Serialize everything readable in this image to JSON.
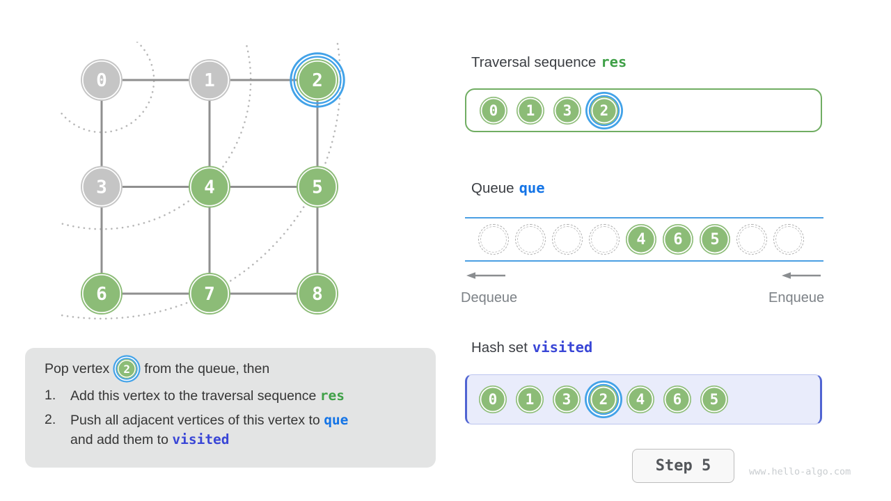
{
  "colors": {
    "node_green": "#8cbc77",
    "node_gray": "#c5c5c5",
    "highlight_blue": "#42a2e8",
    "edge": "#8f8f8f",
    "arc_dots": "#b7b7b7",
    "res_green": "#3fa047",
    "que_blue": "#1474e6",
    "visited_blue": "#3946d6",
    "queue_line_blue": "#4a9fe3",
    "hash_box_border": "#5064d2",
    "hash_box_bg": "#e9ecfb",
    "explain_bg": "#e3e4e4"
  },
  "graph": {
    "nodes": [
      {
        "id": "0",
        "row": 0,
        "col": 0,
        "state": "gray"
      },
      {
        "id": "1",
        "row": 0,
        "col": 1,
        "state": "gray"
      },
      {
        "id": "2",
        "row": 0,
        "col": 2,
        "state": "current"
      },
      {
        "id": "3",
        "row": 1,
        "col": 0,
        "state": "gray"
      },
      {
        "id": "4",
        "row": 1,
        "col": 1,
        "state": "green"
      },
      {
        "id": "5",
        "row": 1,
        "col": 2,
        "state": "green"
      },
      {
        "id": "6",
        "row": 2,
        "col": 0,
        "state": "green"
      },
      {
        "id": "7",
        "row": 2,
        "col": 1,
        "state": "green"
      },
      {
        "id": "8",
        "row": 2,
        "col": 2,
        "state": "green"
      }
    ],
    "edges": [
      [
        "0",
        "1"
      ],
      [
        "1",
        "2"
      ],
      [
        "3",
        "4"
      ],
      [
        "4",
        "5"
      ],
      [
        "6",
        "7"
      ],
      [
        "7",
        "8"
      ],
      [
        "0",
        "3"
      ],
      [
        "1",
        "4"
      ],
      [
        "2",
        "5"
      ],
      [
        "3",
        "6"
      ],
      [
        "4",
        "7"
      ],
      [
        "5",
        "8"
      ]
    ],
    "wave_center_node": "0",
    "wave_arc_radii": [
      75,
      214,
      343
    ]
  },
  "explanation": {
    "intro_prefix": "Pop vertex",
    "intro_vertex": "2",
    "intro_suffix": "from the queue, then",
    "items": [
      {
        "num": "1.",
        "segments": [
          {
            "text": "Add this vertex to the traversal sequence "
          },
          {
            "code": "res"
          }
        ]
      },
      {
        "num": "2.",
        "segments": [
          {
            "text": "Push all adjacent vertices of this vertex to "
          },
          {
            "code": "que"
          },
          {
            "text": "and add them to "
          },
          {
            "code": "visited"
          }
        ]
      }
    ]
  },
  "traversal_section": {
    "label": "Traversal sequence",
    "code": "res",
    "values": [
      "0",
      "1",
      "3",
      "2"
    ],
    "highlight_index": 3
  },
  "queue_section": {
    "label": "Queue",
    "code": "que",
    "slots": [
      "",
      "",
      "",
      "",
      "4",
      "6",
      "5",
      "",
      ""
    ],
    "dequeue_label": "Dequeue",
    "enqueue_label": "Enqueue"
  },
  "hashset_section": {
    "label": "Hash set",
    "code": "visited",
    "values": [
      "0",
      "1",
      "3",
      "2",
      "4",
      "6",
      "5"
    ],
    "highlight_index": 3
  },
  "footer": {
    "step_label": "Step 5",
    "watermark": "www.hello-algo.com"
  }
}
